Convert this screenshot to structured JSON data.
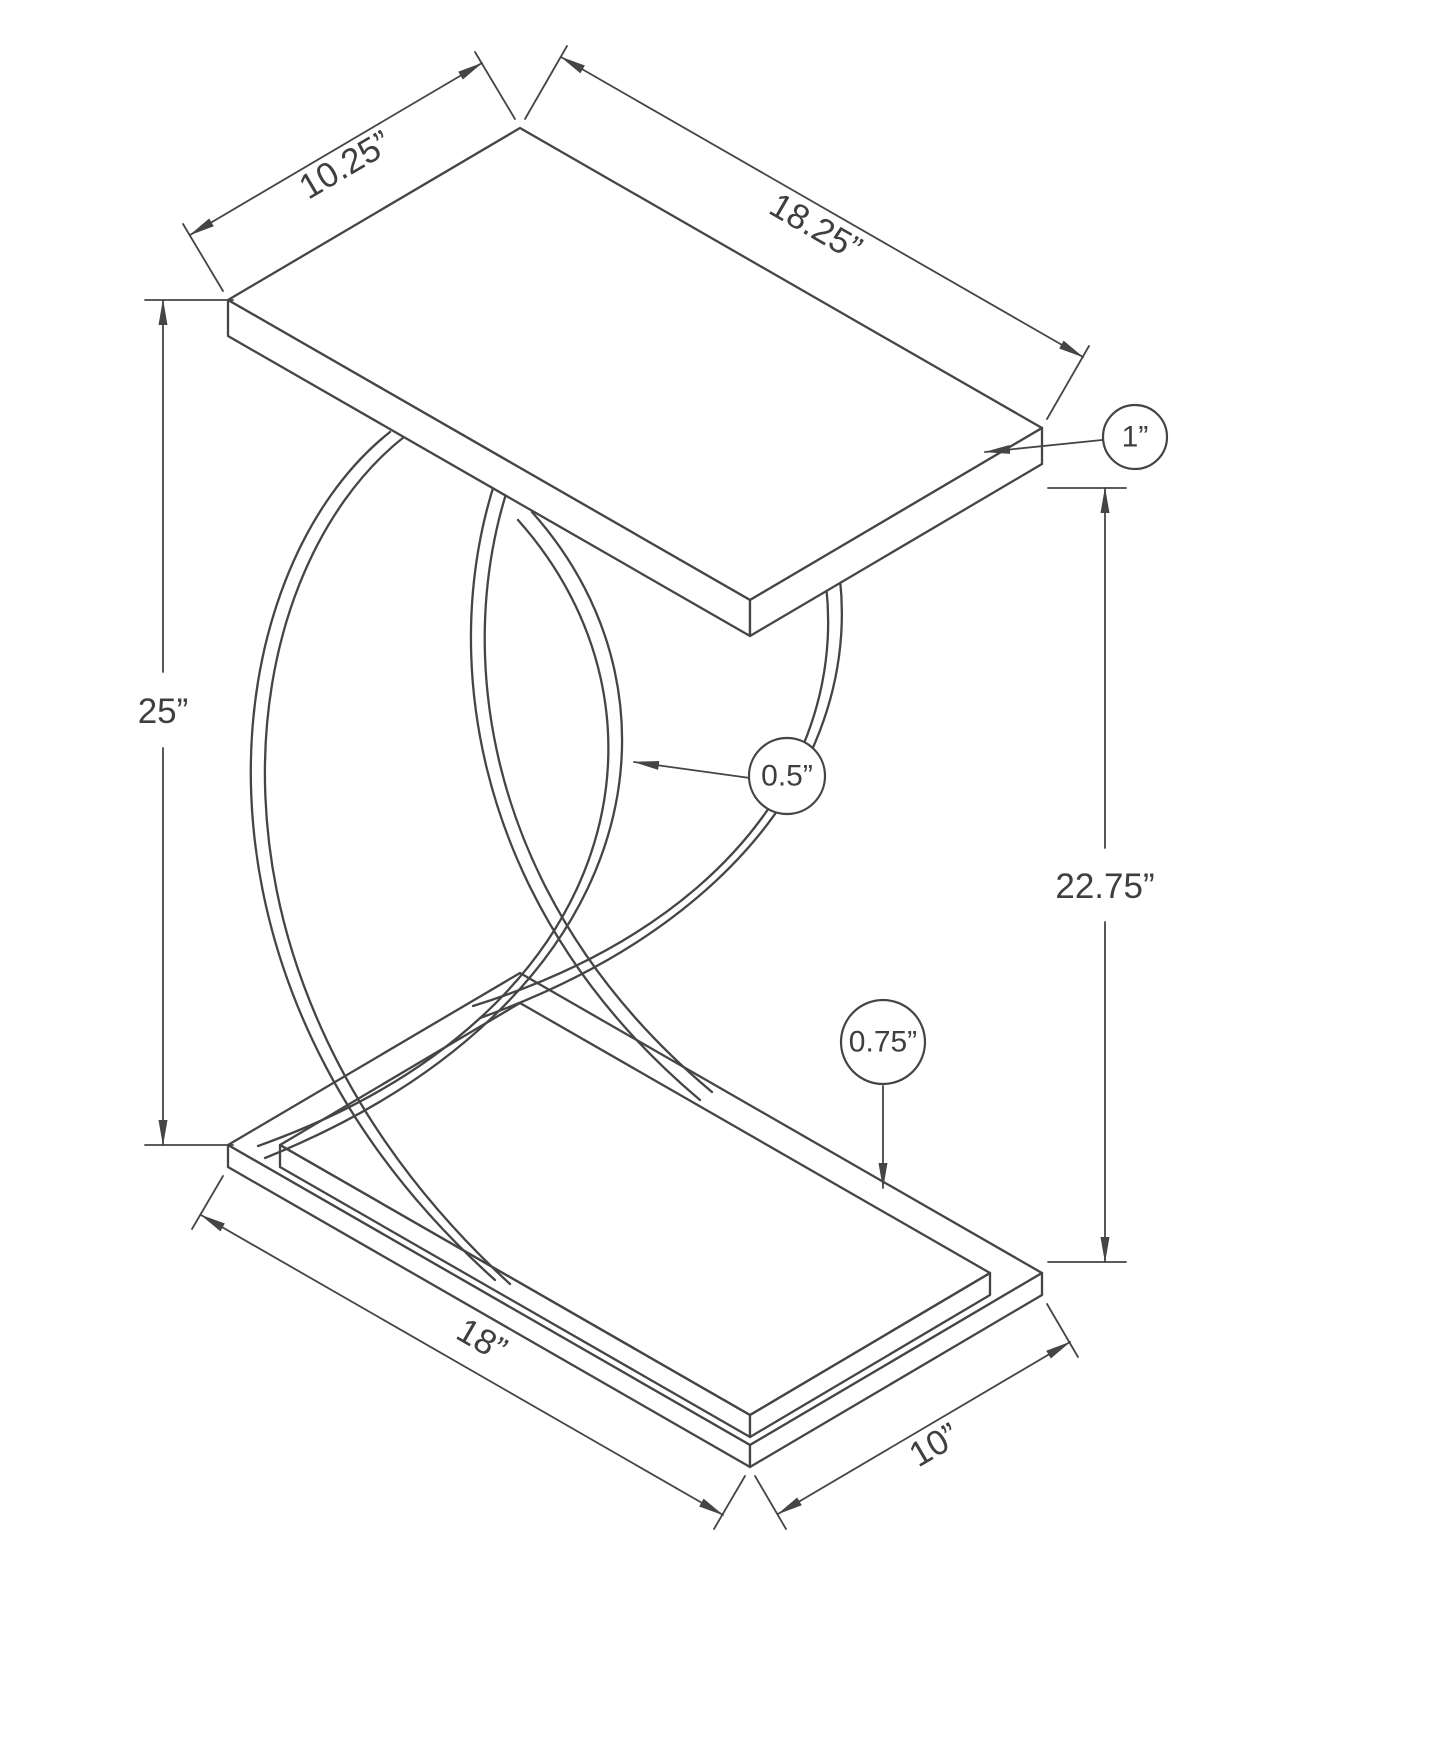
{
  "diagram": {
    "background": "#ffffff",
    "line_color": "#454545",
    "text_color": "#3f3f3f",
    "labels": {
      "top_depth": "10.25”",
      "top_length": "18.25”",
      "top_thickness": "1”",
      "overall_height": "25”",
      "tube_diameter": "0.5”",
      "under_top_height": "22.75”",
      "base_thickness": "0.75”",
      "base_length": "18”",
      "base_depth": "10”"
    }
  }
}
